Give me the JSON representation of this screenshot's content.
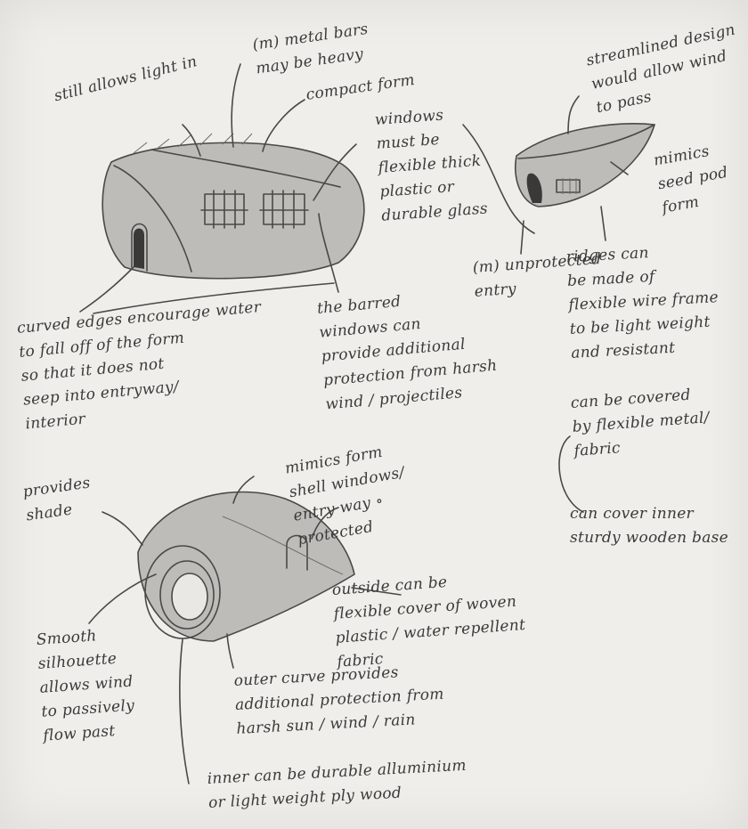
{
  "annotations": {
    "still_allows": "still allows light in",
    "metal_bars": "(m) metal bars\nmay be heavy",
    "compact_form": "compact form",
    "windows_flexible": "windows\nmust be\nflexible thick\nplastic or\ndurable glass",
    "streamlined": "streamlined design\nwould allow wind\nto pass",
    "mimics_seed": "mimics\nseed pod\nform",
    "unprotected": "(m) unprotected\nentry",
    "ridges": "ridges can\nbe made of\nflexible wire frame\nto be light weight\nand resistant",
    "curved_edges": "curved edges encourage water\nto fall off of the form\nso that it does not\nseep into entryway/\ninterior",
    "barred_windows": "the barred\nwindows can\nprovide additional\nprotection from harsh\nwind / projectiles",
    "covered_flexible": "can be covered\nby flexible metal/\nfabric",
    "cover_inner": "can cover inner\nsturdy wooden base",
    "mimics_shell": "mimics form\nshell windows/\nentry way ∘\nprotected",
    "provides_shade": "provides\nshade",
    "outside_cover": "outside can be\nflexible cover of woven\nplastic / water repellent\nfabric",
    "smooth_silhouette": "Smooth\nsilhouette\nallows wind\nto passively\nflow past",
    "outer_curve": "outer curve provides\nadditional protection from\nharsh sun / wind / rain",
    "inner_durable": "inner can be durable alluminium\nor light weight ply wood"
  }
}
